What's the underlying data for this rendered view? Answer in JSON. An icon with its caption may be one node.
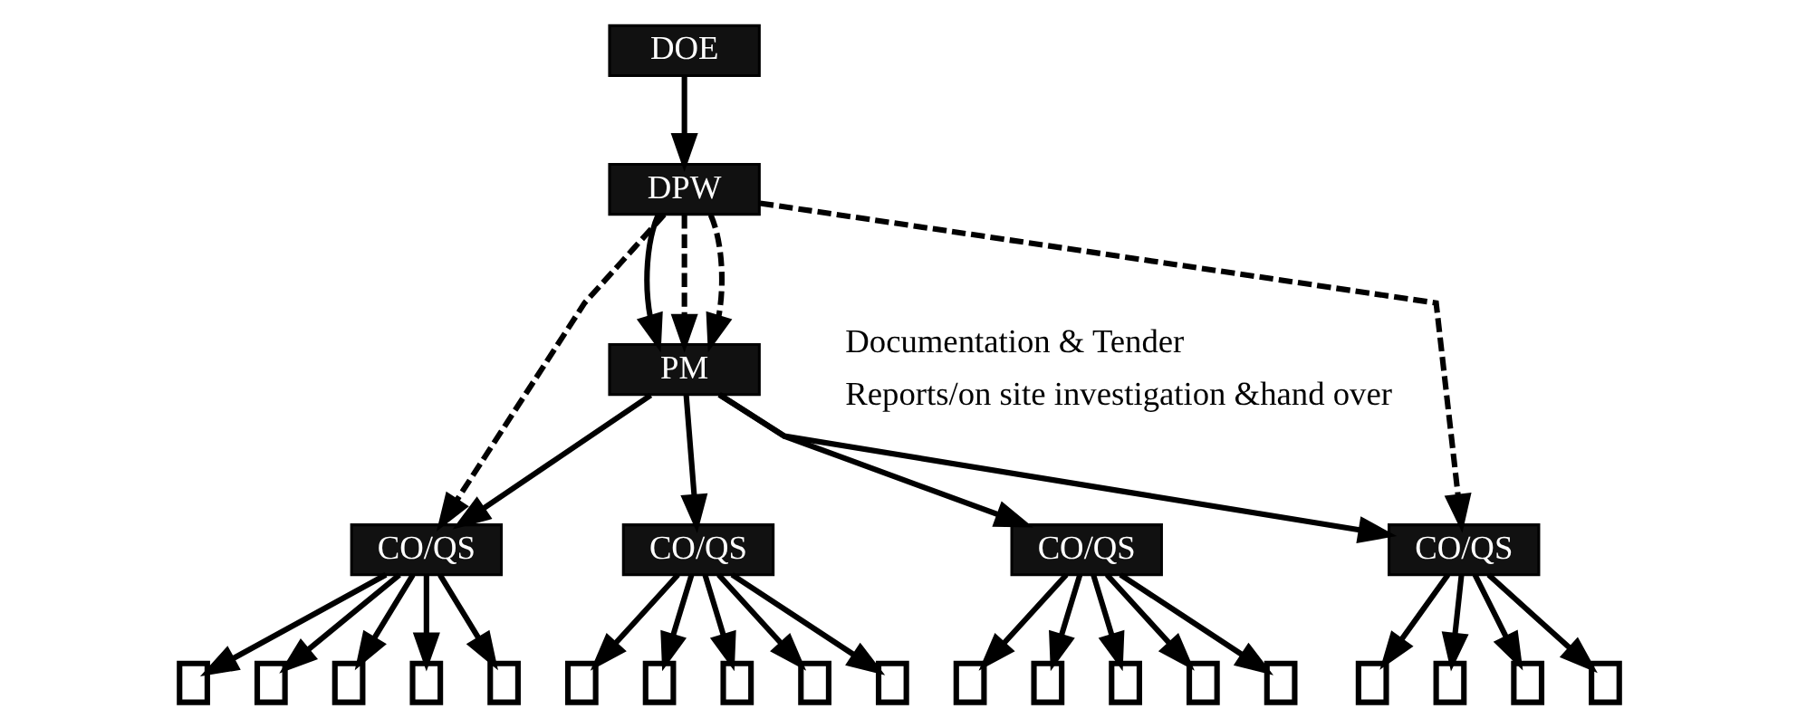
{
  "diagram": {
    "nodes": [
      {
        "text": [
          "DOE"
        ]
      },
      {
        "text": [
          "DPW"
        ]
      },
      {
        "text": [
          "PM"
        ]
      },
      {
        "text": [
          "CO/QS"
        ]
      },
      {
        "text": [
          "CO/QS"
        ]
      },
      {
        "text": [
          "CO/QS"
        ]
      },
      {
        "text": [
          "CO/QS"
        ]
      },
      {
        "text": [],
        "shape": "box"
      },
      {
        "text": [],
        "shape": "box"
      },
      {
        "text": [],
        "shape": "box"
      },
      {
        "text": [],
        "shape": "box"
      },
      {
        "text": [],
        "shape": "box"
      },
      {
        "text": [],
        "shape": "box"
      },
      {
        "text": [],
        "shape": "box"
      },
      {
        "text": [],
        "shape": "box"
      },
      {
        "text": [],
        "shape": "box"
      },
      {
        "text": [],
        "shape": "box"
      },
      {
        "text": [],
        "shape": "box"
      },
      {
        "text": [],
        "shape": "box"
      },
      {
        "text": [],
        "shape": "box"
      },
      {
        "text": [],
        "shape": "box"
      },
      {
        "text": [],
        "shape": "box"
      },
      {
        "text": [],
        "shape": "box"
      },
      {
        "text": [],
        "shape": "box"
      },
      {
        "text": [],
        "shape": "box"
      },
      {
        "text": [],
        "shape": "box"
      }
    ],
    "edges": [
      {
        "from": 0,
        "to": 1,
        "arrow": "to"
      },
      {
        "from": 1,
        "to": 2,
        "arrow": "to"
      },
      {
        "from": 1,
        "to": 2,
        "arrow": "to",
        "style": "dashed"
      },
      {
        "from": 1,
        "to": 2,
        "arrow": "to",
        "style": "dashed"
      },
      {
        "from": 1,
        "to": 3,
        "arrow": "to",
        "style": "dashed"
      },
      {
        "from": 1,
        "to": 6,
        "arrow": "to",
        "style": "dashed"
      },
      {
        "from": 2,
        "to": 3,
        "arrow": "to"
      },
      {
        "from": 2,
        "to": 4,
        "arrow": "to"
      },
      {
        "from": 2,
        "to": 5,
        "arrow": "to"
      },
      {
        "from": 2,
        "to": 6,
        "arrow": "to"
      },
      {
        "from": 3,
        "to": 7,
        "arrow": "to"
      },
      {
        "from": 3,
        "to": 8,
        "arrow": "to"
      },
      {
        "from": 3,
        "to": 9,
        "arrow": "to"
      },
      {
        "from": 3,
        "to": 10,
        "arrow": "to"
      },
      {
        "from": 3,
        "to": 11,
        "arrow": "to"
      },
      {
        "from": 4,
        "to": 12,
        "arrow": "to"
      },
      {
        "from": 4,
        "to": 13,
        "arrow": "to"
      },
      {
        "from": 4,
        "to": 14,
        "arrow": "to"
      },
      {
        "from": 4,
        "to": 15,
        "arrow": "to"
      },
      {
        "from": 4,
        "to": 16,
        "arrow": "to"
      },
      {
        "from": 5,
        "to": 17,
        "arrow": "to"
      },
      {
        "from": 5,
        "to": 18,
        "arrow": "to"
      },
      {
        "from": 5,
        "to": 19,
        "arrow": "to"
      },
      {
        "from": 5,
        "to": 20,
        "arrow": "to"
      },
      {
        "from": 5,
        "to": 21,
        "arrow": "to"
      },
      {
        "from": 6,
        "to": 22,
        "arrow": "to"
      },
      {
        "from": 6,
        "to": 23,
        "arrow": "to"
      },
      {
        "from": 6,
        "to": 24,
        "arrow": "to"
      },
      {
        "from": 6,
        "to": 25,
        "arrow": "to"
      }
    ],
    "labels": [
      "Documentation & Tender",
      "Reports/on site investigation &hand over"
    ]
  }
}
